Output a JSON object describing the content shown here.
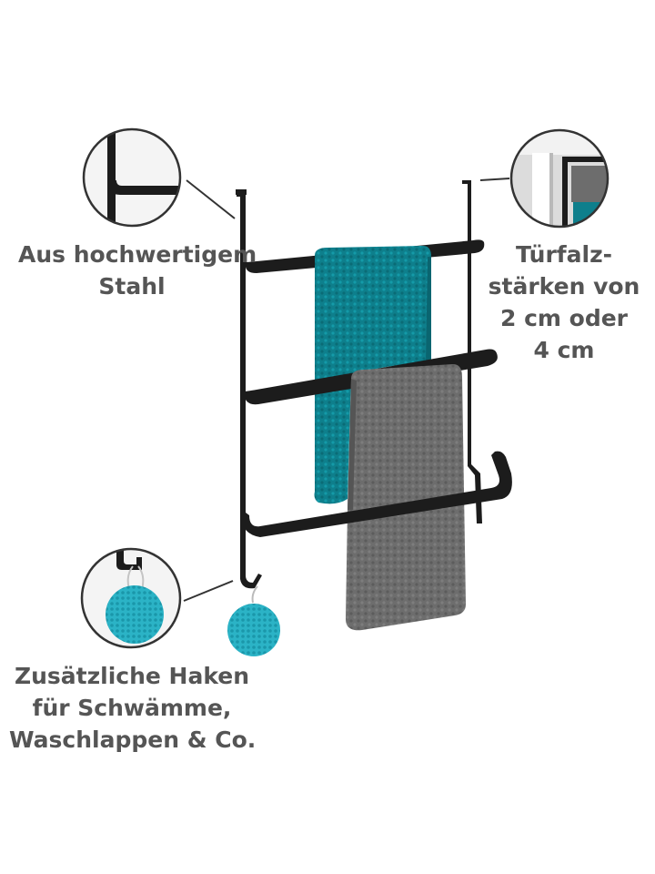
{
  "callouts": {
    "steel": {
      "lines": [
        "Aus hochwertigem",
        "Stahl"
      ]
    },
    "door": {
      "lines": [
        "Türfalz-",
        "stärken von",
        "2 cm oder",
        "4 cm"
      ]
    },
    "hooks": {
      "lines": [
        "Zusätzliche Haken",
        "für Schwämme,",
        "Waschlappen & Co."
      ]
    }
  },
  "colors": {
    "rack": "#1c1c1c",
    "towel_teal": "#0e7f8c",
    "towel_gray": "#6b6b6b",
    "sponge": "#2bb3c6",
    "text": "#555555",
    "circle_stroke": "#333333"
  },
  "icons": {
    "steel_detail": "rack-corner-zoom-icon",
    "door_detail": "door-frame-zoom-icon",
    "hook_detail": "hook-sponge-zoom-icon"
  }
}
